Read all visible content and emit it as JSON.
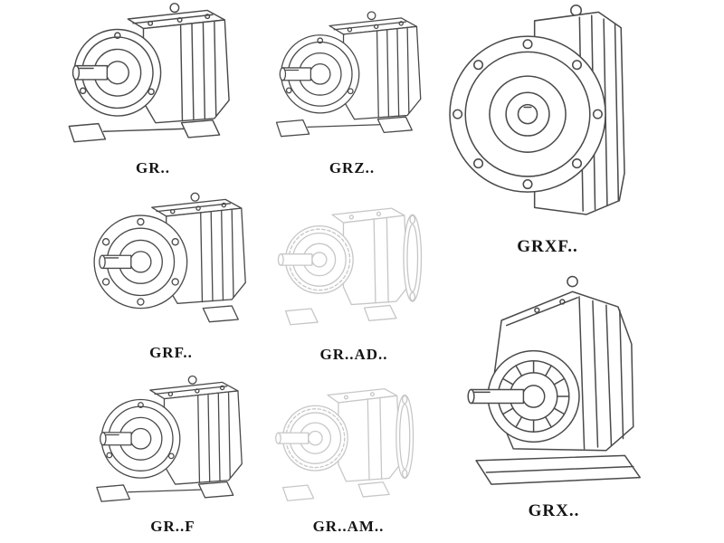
{
  "colors": {
    "background": "#ffffff",
    "line": "#4a4a4a",
    "faded": "#c7c7c7",
    "label": "#141414"
  },
  "figures": [
    {
      "id": "gr",
      "label": "GR..",
      "style": "solid"
    },
    {
      "id": "grz",
      "label": "GRZ..",
      "style": "solid"
    },
    {
      "id": "grxf",
      "label": "GRXF..",
      "style": "solid"
    },
    {
      "id": "grf",
      "label": "GRF..",
      "style": "solid"
    },
    {
      "id": "grad",
      "label": "GR..AD..",
      "style": "faded"
    },
    {
      "id": "grff",
      "label": "GR..F",
      "style": "solid"
    },
    {
      "id": "gram",
      "label": "GR..AM..",
      "style": "faded"
    },
    {
      "id": "grx",
      "label": "GRX..",
      "style": "solid"
    }
  ]
}
